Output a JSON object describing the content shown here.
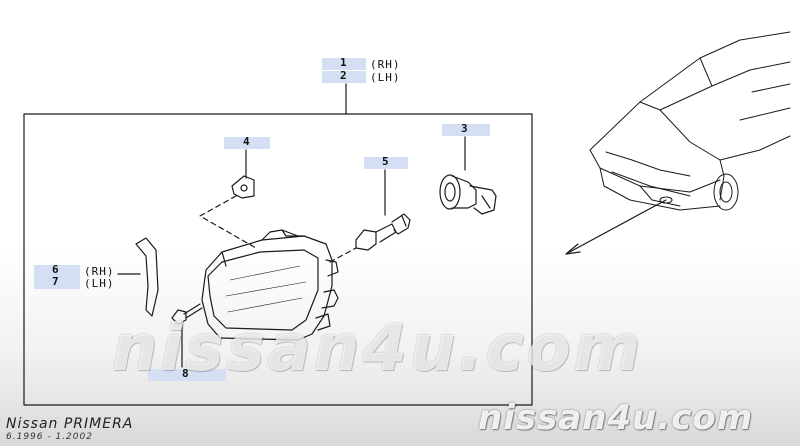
{
  "callouts": {
    "c1": {
      "num": "1",
      "side": "(RH)"
    },
    "c2": {
      "num": "2",
      "side": "(LH)"
    },
    "c3": {
      "num": "3"
    },
    "c4": {
      "num": "4"
    },
    "c5": {
      "num": "5"
    },
    "c6": {
      "num": "6",
      "side": "(RH)"
    },
    "c7": {
      "num": "7",
      "side": "(LH)"
    },
    "c8": {
      "num": "8"
    }
  },
  "watermark": {
    "large": "nissan4u.com",
    "small": "nissan4u.com"
  },
  "caption": {
    "model": "Nissan PRIMERA",
    "years": "6.1996 - 1.2002"
  },
  "colors": {
    "callout_highlight": "#d4dff3",
    "line": "#1a1a1a"
  }
}
